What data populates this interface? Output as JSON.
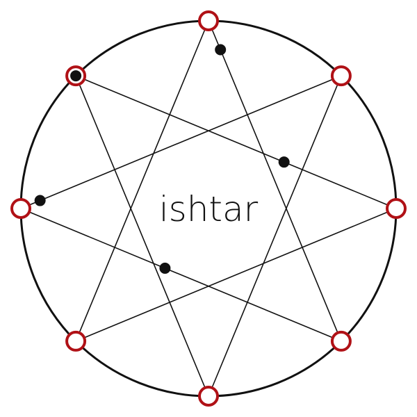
{
  "label": "ishtar",
  "colors": {
    "line": "#111111",
    "node_stroke": "#b01116",
    "node_fill": "#ffffff",
    "marker": "#111111"
  },
  "diagram": {
    "type": "star-polygon",
    "points": 8,
    "step": 3,
    "markers": [
      {
        "edge_from": 0,
        "edge_to": 3,
        "t": 0.09
      },
      {
        "edge_from": 2,
        "edge_to": 7,
        "t": 0.35
      },
      {
        "edge_from": 3,
        "edge_to": 6,
        "t": 0.55
      },
      {
        "edge_from": 6,
        "edge_to": 1,
        "t": 0.06
      },
      {
        "edge_from": 7,
        "edge_to": 4,
        "t": 0.0
      }
    ]
  }
}
